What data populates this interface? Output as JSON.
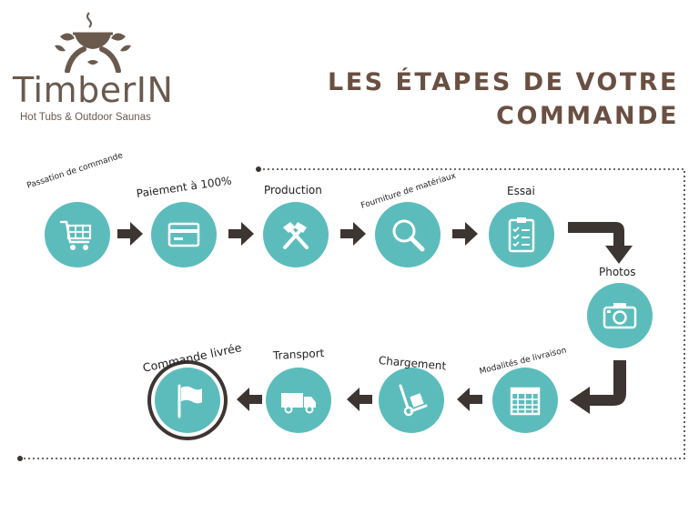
{
  "logo": {
    "name": "TimberIN",
    "tagline": "Hot Tubs & Outdoor Saunas"
  },
  "title": {
    "line1": "LES ÉTAPES DE VOTRE",
    "line2": "COMMANDE"
  },
  "colors": {
    "circle": "#5cbcbc",
    "arrow": "#3d3532",
    "title": "#6a5042",
    "logo": "#6a5a4e"
  },
  "steps": [
    {
      "label": "Passation de commande",
      "icon": "shopping-cart-icon"
    },
    {
      "label": "Paiement à 100%",
      "icon": "credit-card-icon"
    },
    {
      "label": "Production",
      "icon": "hammers-icon"
    },
    {
      "label": "Fourniture de matériaux",
      "icon": "magnifier-icon"
    },
    {
      "label": "Essai",
      "icon": "clipboard-checklist-icon"
    },
    {
      "label": "Photos",
      "icon": "camera-icon"
    },
    {
      "label": "Modalités de livraison",
      "icon": "calendar-icon"
    },
    {
      "label": "Chargement",
      "icon": "hand-truck-icon"
    },
    {
      "label": "Transport",
      "icon": "truck-icon"
    },
    {
      "label": "Commande livrée",
      "icon": "flag-icon"
    }
  ]
}
